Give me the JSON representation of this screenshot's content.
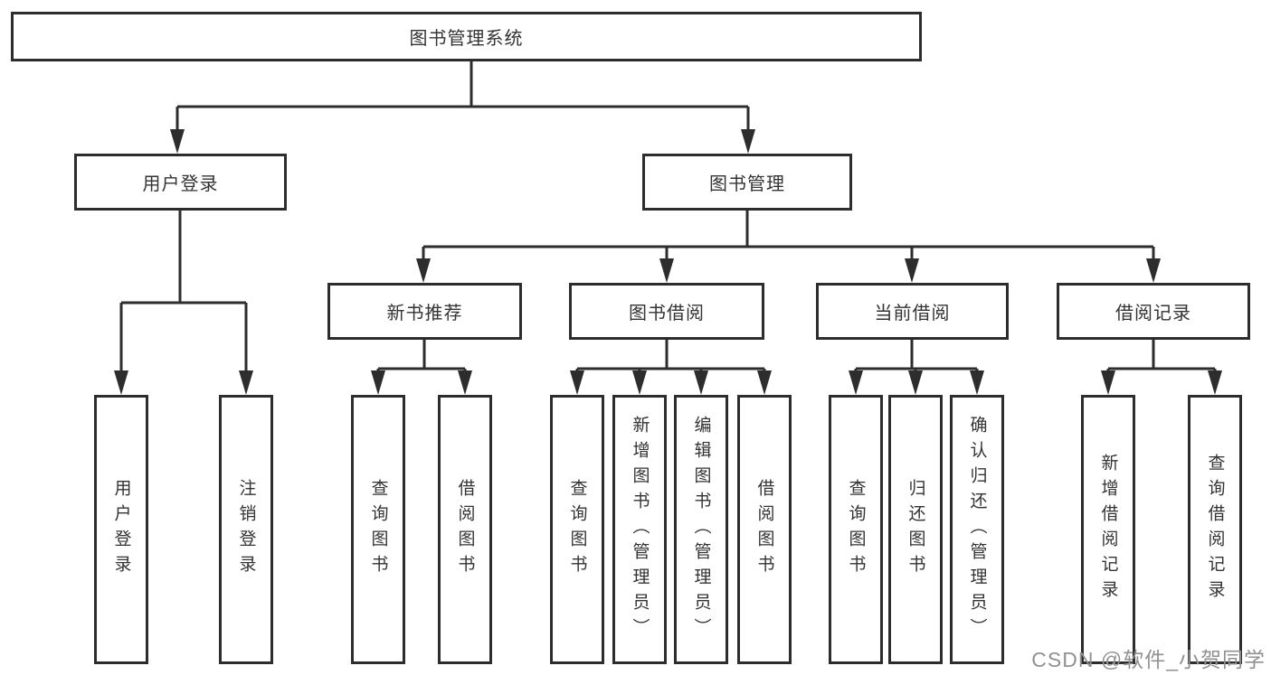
{
  "diagram": {
    "type": "tree",
    "tree": {
      "label": "图书管理系统",
      "children": [
        {
          "label": "用户登录",
          "children": [
            {
              "label": "用户登录"
            },
            {
              "label": "注销登录"
            }
          ]
        },
        {
          "label": "图书管理",
          "children": [
            {
              "label": "新书推荐",
              "children": [
                {
                  "label": "查询图书"
                },
                {
                  "label": "借阅图书"
                }
              ]
            },
            {
              "label": "图书借阅",
              "children": [
                {
                  "label": "查询图书"
                },
                {
                  "label": "新增图书（管理员）"
                },
                {
                  "label": "编辑图书（管理员）"
                },
                {
                  "label": "借阅图书"
                }
              ]
            },
            {
              "label": "当前借阅",
              "children": [
                {
                  "label": "查询图书"
                },
                {
                  "label": "归还图书"
                },
                {
                  "label": "确认归还（管理员）"
                }
              ]
            },
            {
              "label": "借阅记录",
              "children": [
                {
                  "label": "新增借阅记录"
                },
                {
                  "label": "查询借阅记录"
                }
              ]
            }
          ]
        }
      ]
    },
    "colors": {
      "line": "#2d2d2d",
      "text": "#333333",
      "background": "#ffffff"
    }
  },
  "watermark": {
    "text": "CSDN @软件_小贺同学",
    "color": "#919191"
  }
}
